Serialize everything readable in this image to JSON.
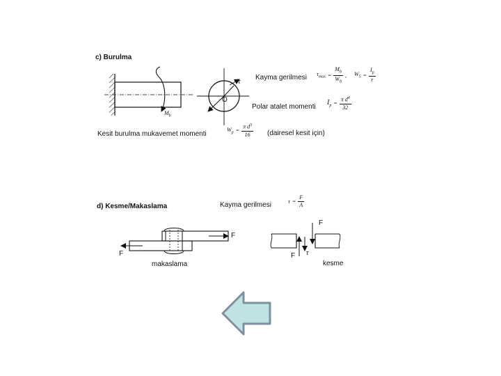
{
  "section_c": {
    "heading": "c) Burulma",
    "shear_stress_label": "Kayma gerilmesi",
    "tau_max": "τ",
    "tau_max_sub": "max",
    "eq": "=",
    "mb": "M",
    "mb_sub": "b",
    "wb": "W",
    "wb_sub": "b",
    "comma": ",",
    "ws": "W",
    "ws_sub": "S",
    "ip": "I",
    "ip_sub": "p",
    "r": "r",
    "polar_label": "Polar atalet momenti",
    "pi_d4": "π d",
    "exp4": "4",
    "den32": "32",
    "section_modulus_label": "Kesit burulma mukavemet momenti",
    "wp": "W",
    "wp_sub": "p",
    "pi_d3": "π d",
    "exp3": "3",
    "den16": "16",
    "circular_note": "(dairesel kesit için)",
    "fig_tau": "τ",
    "fig_O": "O",
    "fig_Mb": "M",
    "fig_Mb_sub": "b"
  },
  "section_d": {
    "heading": "d) Kesme/Makaslama",
    "shear_stress_label": "Kayma gerilmesi",
    "tau": "τ",
    "eq": "=",
    "F": "F",
    "A": "A",
    "fig_F_right": "F",
    "fig_F_left": "F",
    "makaslama_label": "makaslama",
    "fig_F_top": "F",
    "fig_F_bottom": "F",
    "fig_tau": "τ",
    "kesme_label": "kesme"
  },
  "nav": {
    "back_icon": "left-arrow-icon",
    "arrow_fill": "#bfe3e3",
    "arrow_stroke": "#7f8f9f"
  }
}
